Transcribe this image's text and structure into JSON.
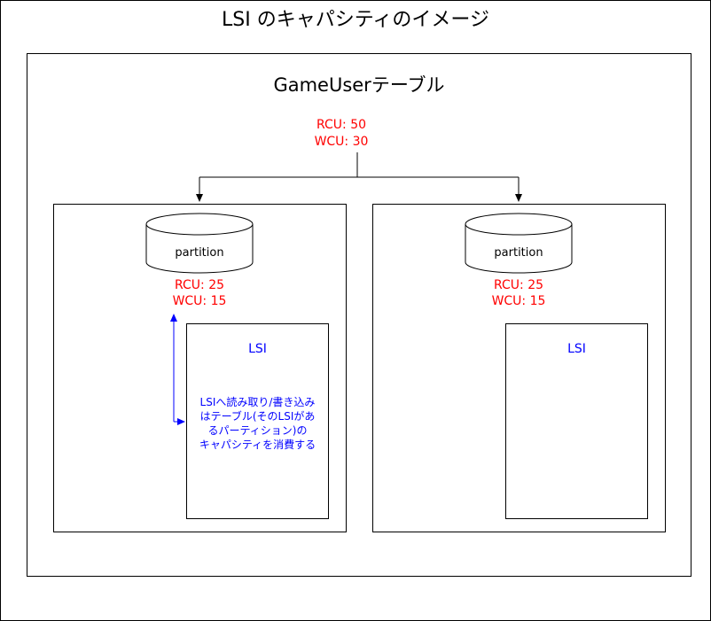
{
  "outer_title": "LSI のキャパシティのイメージ",
  "table": {
    "title": "GameUserテーブル",
    "capacity": [
      "RCU: 50",
      "WCU: 30"
    ]
  },
  "partitions": [
    {
      "label": "partition",
      "capacity": [
        "RCU: 25",
        "WCU: 15"
      ],
      "lsi": {
        "label": "LSI",
        "note": [
          "LSIへ読み取り/書き込み",
          "はテーブル(そのLSIがあ",
          "るパーティション)の",
          "キャパシティを消費する"
        ]
      }
    },
    {
      "label": "partition",
      "capacity": [
        "RCU: 25",
        "WCU: 15"
      ],
      "lsi": {
        "label": "LSI"
      }
    }
  ],
  "colors": {
    "capacity": "#ff0000",
    "lsi": "#0000ff",
    "stroke": "#000000"
  }
}
